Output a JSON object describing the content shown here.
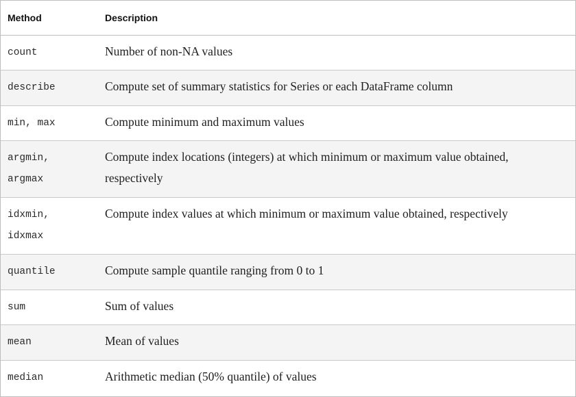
{
  "table": {
    "headers": {
      "method": "Method",
      "description": "Description"
    },
    "rows": [
      {
        "method": [
          "count"
        ],
        "description": "Number of non-NA values"
      },
      {
        "method": [
          "describe"
        ],
        "description": "Compute set of summary statistics for Series or each DataFrame column"
      },
      {
        "method": [
          "min, max"
        ],
        "description": "Compute minimum and maximum values"
      },
      {
        "method": [
          "argmin,",
          "argmax"
        ],
        "description": "Compute index locations (integers) at which minimum or maximum value obtained, respectively"
      },
      {
        "method": [
          "idxmin,",
          "idxmax"
        ],
        "description": "Compute index values at which minimum or maximum value obtained, respectively"
      },
      {
        "method": [
          "quantile"
        ],
        "description": "Compute sample quantile ranging from 0 to 1"
      },
      {
        "method": [
          "sum"
        ],
        "description": "Sum of values"
      },
      {
        "method": [
          "mean"
        ],
        "description": "Mean of values"
      },
      {
        "method": [
          "median"
        ],
        "description": "Arithmetic median (50% quantile) of values"
      }
    ]
  }
}
